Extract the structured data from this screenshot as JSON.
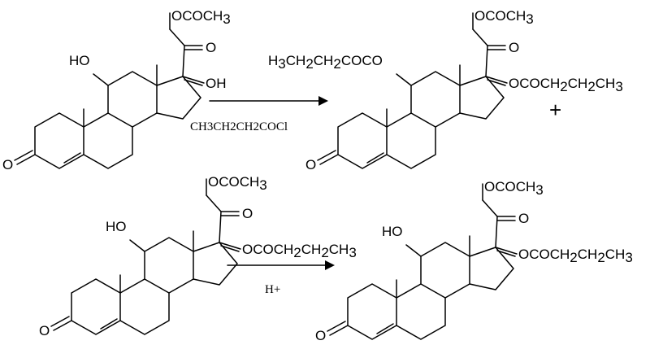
{
  "reaction_1": {
    "reagent": "CH3CH2CH2COCl",
    "plus": "+"
  },
  "reaction_2": {
    "reagent": "H+"
  },
  "molecules": [
    {
      "id": "starting-material",
      "side_chain": [
        "OCOCH",
        "3"
      ],
      "ketone_o": "O",
      "c11_group": "HO",
      "c17_group": "OH",
      "c3_o": "O"
    },
    {
      "id": "diester-intermediate",
      "side_chain": [
        "OCOCH",
        "3"
      ],
      "ketone_o": "O",
      "c11_group": [
        "H",
        "3",
        "CH",
        "2",
        "CH",
        "2",
        "COCO"
      ],
      "c17_group": [
        "OCOCH",
        "2",
        "CH",
        "2",
        "CH",
        "3"
      ],
      "c3_o": "O"
    },
    {
      "id": "monoester-reactant",
      "side_chain": [
        "OCOCH",
        "3"
      ],
      "ketone_o": "O",
      "c11_group": "HO",
      "c17_group": [
        "OCOCH",
        "2",
        "CH",
        "2",
        "CH",
        "3"
      ],
      "c3_o": "O"
    },
    {
      "id": "product",
      "side_chain": [
        "OCOCH",
        "3"
      ],
      "ketone_o": "O",
      "c11_group": "HO",
      "c17_group": [
        "OCOCH",
        "2",
        "CH",
        "2",
        "CH",
        "3"
      ],
      "c3_o": "O"
    }
  ]
}
